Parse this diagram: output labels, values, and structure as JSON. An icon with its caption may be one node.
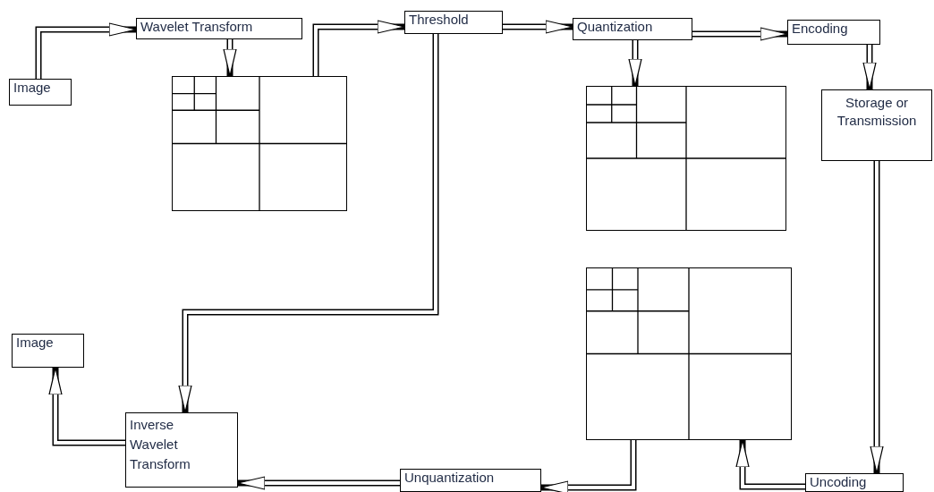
{
  "diagram": {
    "nodes": [
      {
        "text": [
          "Image"
        ]
      },
      {
        "text": [
          "Wavelet Transform"
        ]
      },
      {
        "text": [],
        "shape": "box"
      },
      {
        "text": [
          "Threshold"
        ]
      },
      {
        "text": [
          "Quantization"
        ]
      },
      {
        "text": [
          "Encoding"
        ]
      },
      {
        "text": [],
        "shape": "box"
      },
      {
        "text": [
          "Storage or Transmission"
        ]
      },
      {
        "text": [],
        "shape": "box"
      },
      {
        "text": [
          "Image"
        ]
      },
      {
        "text": [
          "Inverse Wavelet Transform"
        ]
      },
      {
        "text": [
          "Unquantization"
        ]
      },
      {
        "text": [
          "Uncoding"
        ]
      }
    ],
    "edges": [
      {
        "from": 0,
        "to": 1,
        "arrow": "to"
      },
      {
        "from": 1,
        "to": 2,
        "arrow": "to"
      },
      {
        "from": 2,
        "to": 3,
        "arrow": "to"
      },
      {
        "from": 3,
        "to": 4,
        "arrow": "to"
      },
      {
        "from": 4,
        "to": 6,
        "arrow": "to"
      },
      {
        "from": 4,
        "to": 5,
        "arrow": "to"
      },
      {
        "from": 5,
        "to": 7,
        "arrow": "to"
      },
      {
        "from": 3,
        "to": 10,
        "arrow": "to"
      },
      {
        "from": 10,
        "to": 9,
        "arrow": "to"
      },
      {
        "from": 7,
        "to": 12,
        "arrow": "to"
      },
      {
        "from": 12,
        "to": 8,
        "arrow": "to"
      },
      {
        "from": 8,
        "to": 11,
        "arrow": "to"
      },
      {
        "from": 11,
        "to": 10,
        "arrow": "to"
      }
    ]
  }
}
